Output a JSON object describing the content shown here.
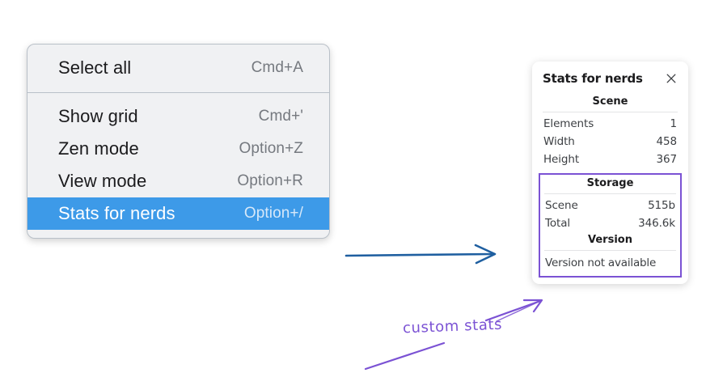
{
  "context_menu": {
    "groups": [
      {
        "items": [
          {
            "label": "Select all",
            "shortcut": "Cmd+A",
            "selected": false
          }
        ]
      },
      {
        "items": [
          {
            "label": "Show grid",
            "shortcut": "Cmd+'",
            "selected": false
          },
          {
            "label": "Zen mode",
            "shortcut": "Option+Z",
            "selected": false
          },
          {
            "label": "View mode",
            "shortcut": "Option+R",
            "selected": false
          },
          {
            "label": "Stats for nerds",
            "shortcut": "Option+/",
            "selected": true
          }
        ]
      }
    ],
    "highlight_color": "#3d9ae8"
  },
  "stats_panel": {
    "title": "Stats for nerds",
    "close_icon": "close-icon",
    "sections": [
      {
        "title": "Scene",
        "rows": [
          {
            "key": "Elements",
            "value": "1"
          },
          {
            "key": "Width",
            "value": "458"
          },
          {
            "key": "Height",
            "value": "367"
          }
        ]
      },
      {
        "title": "Storage",
        "rows": [
          {
            "key": "Scene",
            "value": "515b"
          },
          {
            "key": "Total",
            "value": "346.6k"
          }
        ]
      },
      {
        "title": "Version",
        "text": "Version not available"
      }
    ],
    "highlight_color": "#7b52d4"
  },
  "annotations": {
    "custom_stats_label": "custom stats",
    "arrow_color_blue": "#1f5fa0",
    "arrow_color_purple": "#7b52d4"
  }
}
